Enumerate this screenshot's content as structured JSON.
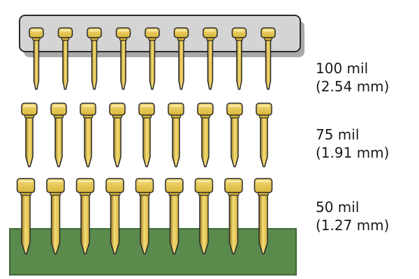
{
  "rows": [
    {
      "pitch": "100 mil",
      "metric": "(2.54 mm)",
      "pin_count": 9
    },
    {
      "pitch": "75 mil",
      "metric": "(1.91 mm)",
      "pin_count": 9
    },
    {
      "pitch": "50 mil",
      "metric": "(1.27 mm)",
      "pin_count": 9
    }
  ],
  "colors": {
    "background": "#ffffff",
    "top_plate": "#d4d4d4",
    "top_plate_shadow": "#a9a9a9",
    "pcb_board": "#5a8a4c",
    "pcb_board_edge": "#3d6a35",
    "pin_gold": "#d9b53a",
    "pin_gold_light": "#f3dc79",
    "pin_gold_dark": "#9a7618",
    "outline": "#2a2a2a"
  }
}
